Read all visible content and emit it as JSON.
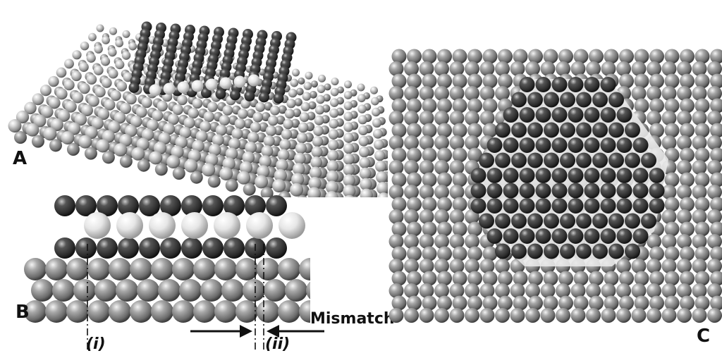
{
  "figure": {
    "panel_a": {
      "label": "A"
    },
    "panel_b": {
      "label": "B",
      "marker_i": "(i)",
      "marker_ii": "(ii)",
      "arrow_text": "Mismatch"
    },
    "panel_c": {
      "label": "C"
    }
  }
}
